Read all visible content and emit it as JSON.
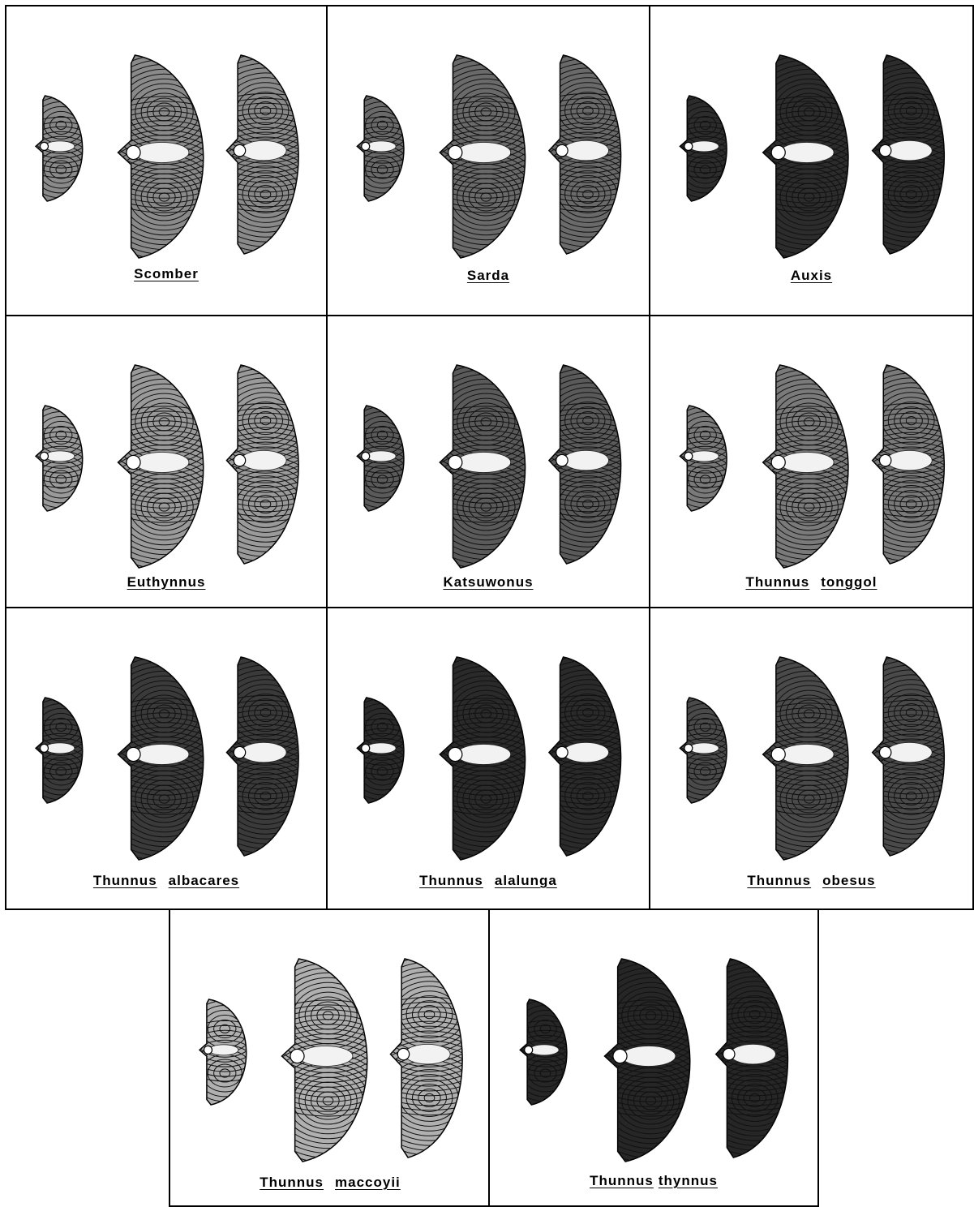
{
  "figure": {
    "rows": [
      [
        {
          "id": "scomber",
          "genus": "Scomber",
          "species": ""
        },
        {
          "id": "sarda",
          "genus": "Sarda",
          "species": ""
        },
        {
          "id": "auxis",
          "genus": "Auxis",
          "species": ""
        }
      ],
      [
        {
          "id": "euthynnus",
          "genus": "Euthynnus",
          "species": ""
        },
        {
          "id": "katsuwonus",
          "genus": "Katsuwonus",
          "species": ""
        },
        {
          "id": "tonggol",
          "genus": "Thunnus",
          "species": "tonggol"
        }
      ],
      [
        {
          "id": "albacares",
          "genus": "Thunnus",
          "species": "albacares"
        },
        {
          "id": "alalunga",
          "genus": "Thunnus",
          "species": "alalunga"
        },
        {
          "id": "obesus",
          "genus": "Thunnus",
          "species": "obesus"
        }
      ],
      [
        {
          "id": "maccoyii",
          "genus": "Thunnus",
          "species": "maccoyii"
        },
        {
          "id": "thynnus",
          "genus": "Thunnus",
          "species": "thynnus"
        }
      ]
    ],
    "shading": {
      "scomber": "#8a8a8a",
      "sarda": "#6a6a6a",
      "auxis": "#2c2c2c",
      "euthynnus": "#9a9a9a",
      "katsuwonus": "#5a5a5a",
      "tonggol": "#7a7a7a",
      "albacares": "#3a3a3a",
      "alalunga": "#2a2a2a",
      "obesus": "#4a4a4a",
      "maccoyii": "#b0b0b0",
      "thynnus": "#262626"
    }
  }
}
